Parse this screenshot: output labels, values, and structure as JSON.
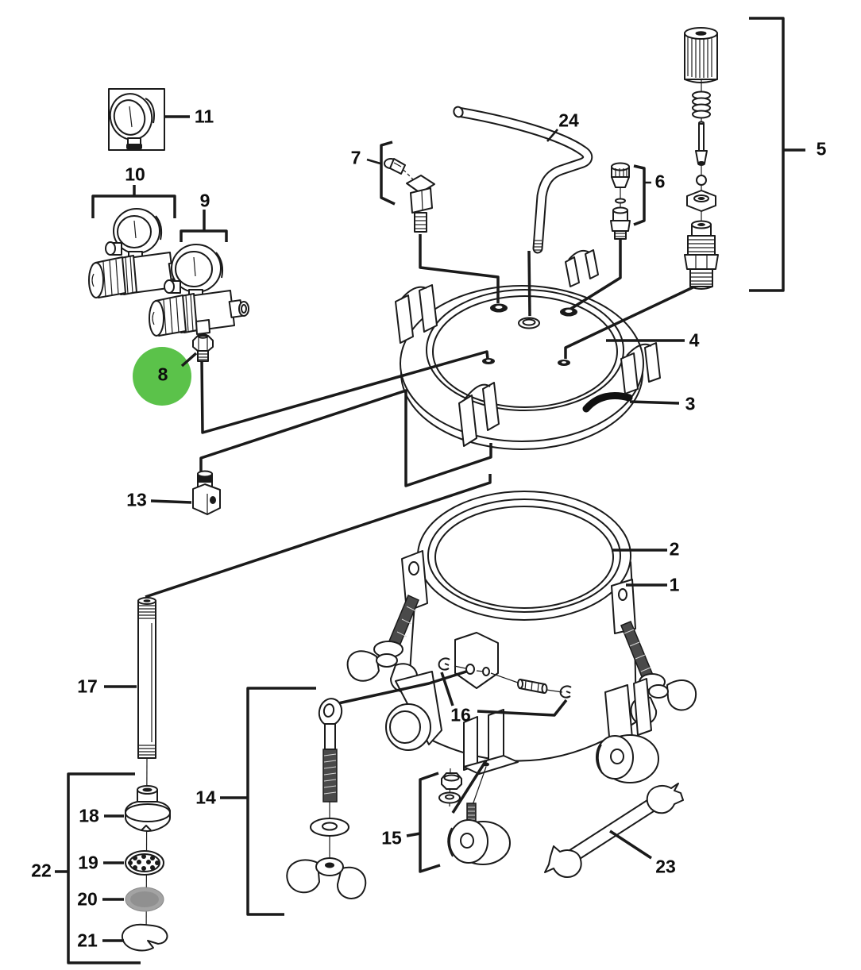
{
  "diagram": {
    "background": "#ffffff",
    "line_color": "#1a1a1a",
    "highlight": {
      "color": "#5bc24a",
      "part_label": "8"
    },
    "callouts": {
      "p1": "1",
      "p2": "2",
      "p3": "3",
      "p4": "4",
      "p5": "5",
      "p6": "6",
      "p7": "7",
      "p8": "8",
      "p9": "9",
      "p10": "10",
      "p11": "11",
      "p13": "13",
      "p14": "14",
      "p15": "15",
      "p16": "16",
      "p17": "17",
      "p18": "18",
      "p19": "19",
      "p20": "20",
      "p21": "21",
      "p22": "22",
      "p23": "23",
      "p24": "24"
    }
  }
}
